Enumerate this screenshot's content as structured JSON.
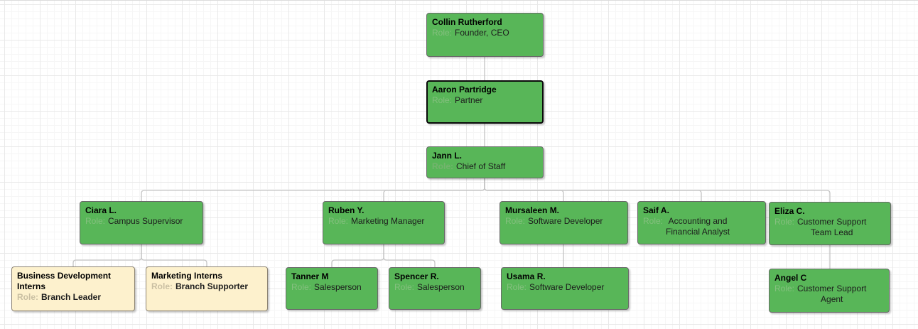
{
  "diagram": {
    "type": "org-chart",
    "grid": "on",
    "colors": {
      "node_fill_green": "#58b658",
      "node_fill_beige": "#fdf1cd",
      "node_border_default": "#696969",
      "node_border_selected": "#0a0a0a",
      "connector": "#c4c4c4",
      "role_label_on_green": "#85c07f",
      "role_label_on_beige": "#c9bfa2"
    }
  },
  "nodes": [
    {
      "id": "collin",
      "name": "Collin Rutherford",
      "role_label": "Role:",
      "role": "Founder, CEO",
      "variant": "green",
      "selected": false
    },
    {
      "id": "aaron",
      "name": "Aaron Partridge",
      "role_label": "Role:",
      "role": "Partner",
      "variant": "green",
      "selected": true
    },
    {
      "id": "jann",
      "name": "Jann L.",
      "role_label": "Role:",
      "role": "Chief of Staff",
      "variant": "green",
      "selected": false
    },
    {
      "id": "ciara",
      "name": "Ciara L.",
      "role_label": "Role:",
      "role": "Campus Supervisor",
      "variant": "green",
      "selected": false
    },
    {
      "id": "ruben",
      "name": "Ruben Y.",
      "role_label": "Role:",
      "role": "Marketing Manager",
      "variant": "green",
      "selected": false
    },
    {
      "id": "mursaleen",
      "name": "Mursaleen M.",
      "role_label": "Role:",
      "role": "Software Developer",
      "variant": "green",
      "selected": false
    },
    {
      "id": "saif",
      "name": "Saif A.",
      "role_label": "Role:",
      "role": "Accounting and\nFinancial Analyst",
      "variant": "green",
      "selected": false
    },
    {
      "id": "eliza",
      "name": "Eliza C.",
      "role_label": "Role:",
      "role": "Customer Support\nTeam Lead",
      "variant": "green",
      "selected": false
    },
    {
      "id": "bdi",
      "name": "Business Development\nInterns",
      "role_label": "Role:",
      "role": "Branch Leader",
      "variant": "beige",
      "selected": false
    },
    {
      "id": "marketing",
      "name": "Marketing Interns",
      "role_label": "Role:",
      "role": "Branch Supporter",
      "variant": "beige",
      "selected": false
    },
    {
      "id": "tanner",
      "name": "Tanner M",
      "role_label": "Role:",
      "role": "Salesperson",
      "variant": "green",
      "selected": false
    },
    {
      "id": "spencer",
      "name": "Spencer R.",
      "role_label": "Role:",
      "role": "Salesperson",
      "variant": "green",
      "selected": false
    },
    {
      "id": "usama",
      "name": "Usama R.",
      "role_label": "Role:",
      "role": "Software Developer",
      "variant": "green",
      "selected": false
    },
    {
      "id": "angel",
      "name": "Angel C",
      "role_label": "Role:",
      "role": "Customer Support\nAgent",
      "variant": "green",
      "selected": false
    }
  ],
  "edges": [
    {
      "from": "Collin Rutherford",
      "to": "Aaron Partridge"
    },
    {
      "from": "Aaron Partridge",
      "to": "Jann L."
    },
    {
      "from": "Jann L.",
      "to": "Ciara L."
    },
    {
      "from": "Jann L.",
      "to": "Ruben Y."
    },
    {
      "from": "Jann L.",
      "to": "Mursaleen M."
    },
    {
      "from": "Jann L.",
      "to": "Saif A."
    },
    {
      "from": "Jann L.",
      "to": "Eliza C."
    },
    {
      "from": "Ciara L.",
      "to": "Business Development Interns"
    },
    {
      "from": "Ciara L.",
      "to": "Marketing Interns"
    },
    {
      "from": "Ruben Y.",
      "to": "Tanner M"
    },
    {
      "from": "Ruben Y.",
      "to": "Spencer R."
    },
    {
      "from": "Mursaleen M.",
      "to": "Usama R."
    },
    {
      "from": "Eliza C.",
      "to": "Angel C"
    }
  ]
}
